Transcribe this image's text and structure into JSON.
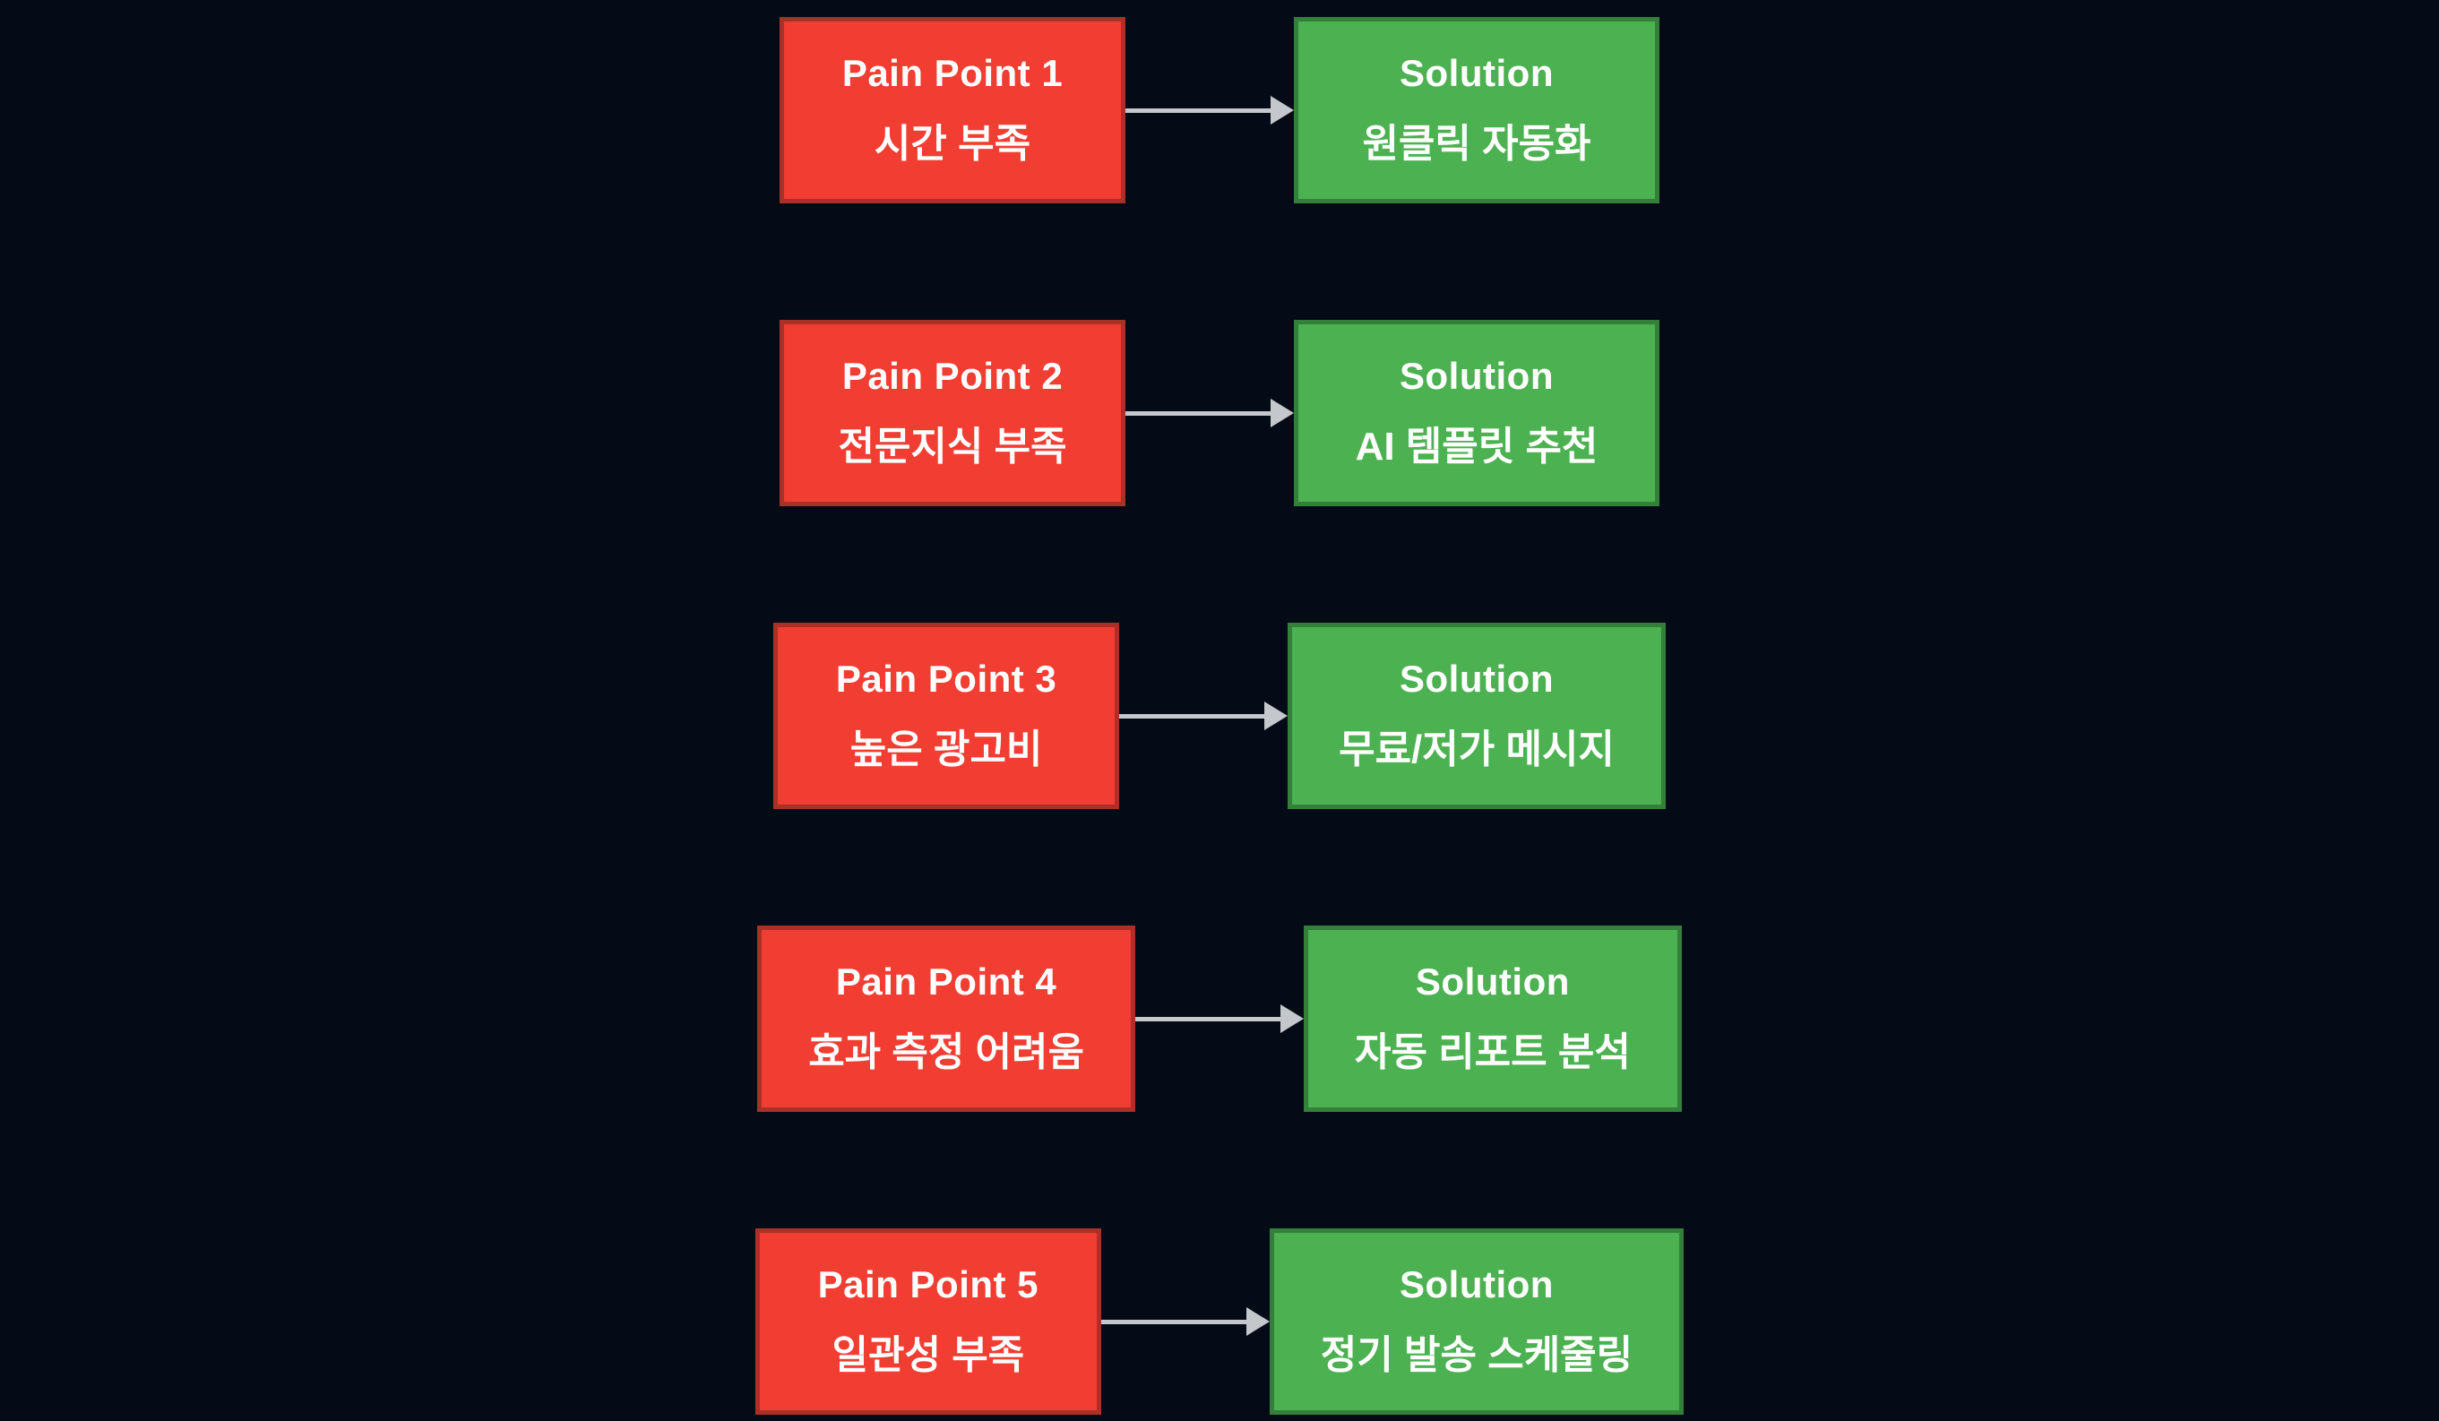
{
  "diagram": {
    "type": "pain-point-to-solution-flow",
    "rows": [
      {
        "pain": {
          "title": "Pain Point 1",
          "subtitle": "시간 부족"
        },
        "solution": {
          "title": "Solution",
          "subtitle": "원클릭 자동화"
        }
      },
      {
        "pain": {
          "title": "Pain Point 2",
          "subtitle": "전문지식 부족"
        },
        "solution": {
          "title": "Solution",
          "subtitle": "AI 템플릿 추천"
        }
      },
      {
        "pain": {
          "title": "Pain Point 3",
          "subtitle": "높은 광고비"
        },
        "solution": {
          "title": "Solution",
          "subtitle": "무료/저가 메시지"
        }
      },
      {
        "pain": {
          "title": "Pain Point 4",
          "subtitle": "효과 측정 어려움"
        },
        "solution": {
          "title": "Solution",
          "subtitle": "자동 리포트 분석"
        }
      },
      {
        "pain": {
          "title": "Pain Point 5",
          "subtitle": "일관성 부족"
        },
        "solution": {
          "title": "Solution",
          "subtitle": "정기 발송 스케줄링"
        }
      }
    ],
    "colors": {
      "background": "#050b16",
      "pain_fill": "#f23d32",
      "pain_border": "#aa3127",
      "solution_fill": "#4cb151",
      "solution_border": "#34803a",
      "arrow": "#c4c7cb",
      "text": "#ffffff"
    }
  }
}
